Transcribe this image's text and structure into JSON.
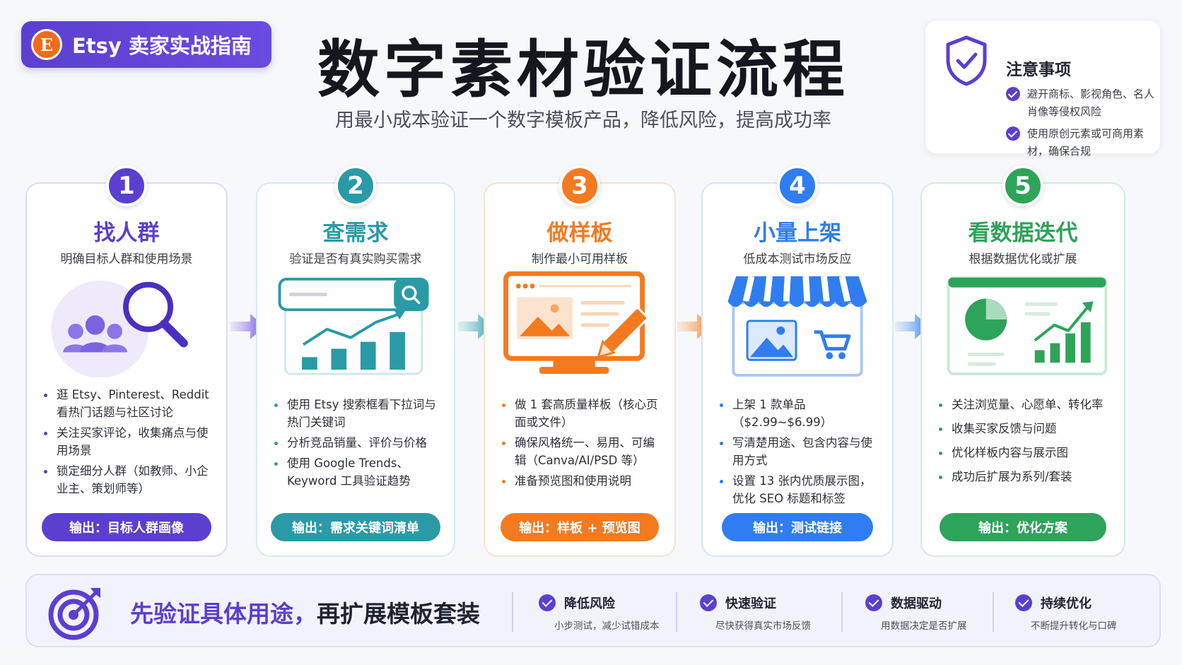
{
  "header": {
    "brand_logo_letter": "E",
    "brand_label": "Etsy 卖家实战指南",
    "title": "数字素材验证流程",
    "subtitle": "用最小成本验证一个数字模板产品，降低风险，提高成功率"
  },
  "notice": {
    "title": "注意事项",
    "items": [
      "避开商标、影视角色、名人肖像等侵权风险",
      "使用原创元素或可商用素材，确保合规"
    ]
  },
  "steps": [
    {
      "number": "1",
      "title": "找人群",
      "subtitle": "明确目标人群和使用场景",
      "color": "#5b3fd0",
      "bullets": [
        "逛 Etsy、Pinterest、Reddit 看热门话题与社区讨论",
        "关注买家评论，收集痛点与使用场景",
        "锁定细分人群（如教师、小企业主、策划师等）"
      ],
      "output": "输出：目标人群画像",
      "icon": "audience-search-icon"
    },
    {
      "number": "2",
      "title": "查需求",
      "subtitle": "验证是否有真实购买需求",
      "color": "#2a9aa6",
      "bullets": [
        "使用 Etsy 搜索框看下拉词与热门关键词",
        "分析竞品销量、评价与价格",
        "使用 Google Trends、Keyword 工具验证趋势"
      ],
      "output": "输出：需求关键词清单",
      "icon": "search-trend-icon"
    },
    {
      "number": "3",
      "title": "做样板",
      "subtitle": "制作最小可用样板",
      "color": "#f47a20",
      "bullets": [
        "做 1 套高质量样板（核心页面或文件）",
        "确保风格统一、易用、可编辑（Canva/AI/PSD 等）",
        "准备预览图和使用说明"
      ],
      "output": "输出：样板 + 预览图",
      "icon": "design-monitor-icon"
    },
    {
      "number": "4",
      "title": "小量上架",
      "subtitle": "低成本测试市场反应",
      "color": "#2f7df0",
      "bullets": [
        "上架 1 款单品（$2.99~$6.99）",
        "写清楚用途、包含内容与使用方式",
        "设置 13 张内优质展示图，优化 SEO 标题和标签"
      ],
      "output": "输出：测试链接",
      "icon": "storefront-icon"
    },
    {
      "number": "5",
      "title": "看数据迭代",
      "subtitle": "根据数据优化或扩展",
      "color": "#2ea35a",
      "bullets": [
        "关注浏览量、心愿单、转化率",
        "收集买家反馈与问题",
        "优化样板内容与展示图",
        "成功后扩展为系列/套装"
      ],
      "output": "输出：优化方案",
      "icon": "analytics-dashboard-icon"
    }
  ],
  "footer": {
    "slogan_part1": "先验证具体用途，",
    "slogan_part2": "再扩展模板套装",
    "benefits": [
      {
        "title": "降低风险",
        "desc": "小步测试，减少试错成本"
      },
      {
        "title": "快速验证",
        "desc": "尽快获得真实市场反馈"
      },
      {
        "title": "数据驱动",
        "desc": "用数据决定是否扩展"
      },
      {
        "title": "持续优化",
        "desc": "不断提升转化与口碑"
      }
    ]
  },
  "colors": {
    "purple": "#5b3fd0",
    "teal": "#2a9aa6",
    "orange": "#f47a20",
    "blue": "#2f7df0",
    "green": "#2ea35a"
  }
}
